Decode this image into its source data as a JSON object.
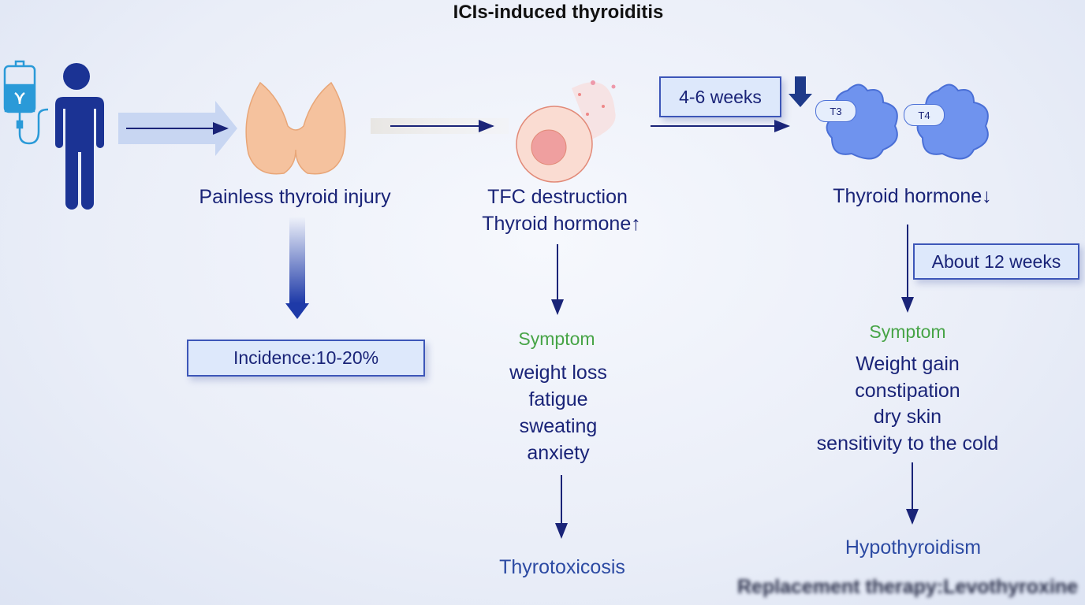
{
  "title": "ICIs-induced thyroiditis",
  "stage1": {
    "label": "Painless thyroid injury",
    "incidence": "Incidence:10-20%"
  },
  "stage2": {
    "label_line1": "TFC destruction",
    "label_line2": "Thyroid hormone↑",
    "symptom_heading": "Symptom",
    "symptoms": [
      "weight loss",
      "fatigue",
      "sweating",
      "anxiety"
    ],
    "outcome": "Thyrotoxicosis"
  },
  "stage3": {
    "duration": "4-6 weeks",
    "hormones": [
      "T3",
      "T4"
    ],
    "label": "Thyroid hormone↓",
    "duration2": "About 12 weeks",
    "symptom_heading": "Symptom",
    "symptoms": [
      "Weight gain",
      "constipation",
      "dry skin",
      "sensitivity to the cold"
    ],
    "outcome": "Hypothyroidism",
    "therapy": "Replacement therapy:Levothyroxine"
  },
  "colors": {
    "navy": "#1a2478",
    "symptom": "#47a447",
    "protein": "#6f93ee",
    "cell": "#f6c2b4"
  }
}
